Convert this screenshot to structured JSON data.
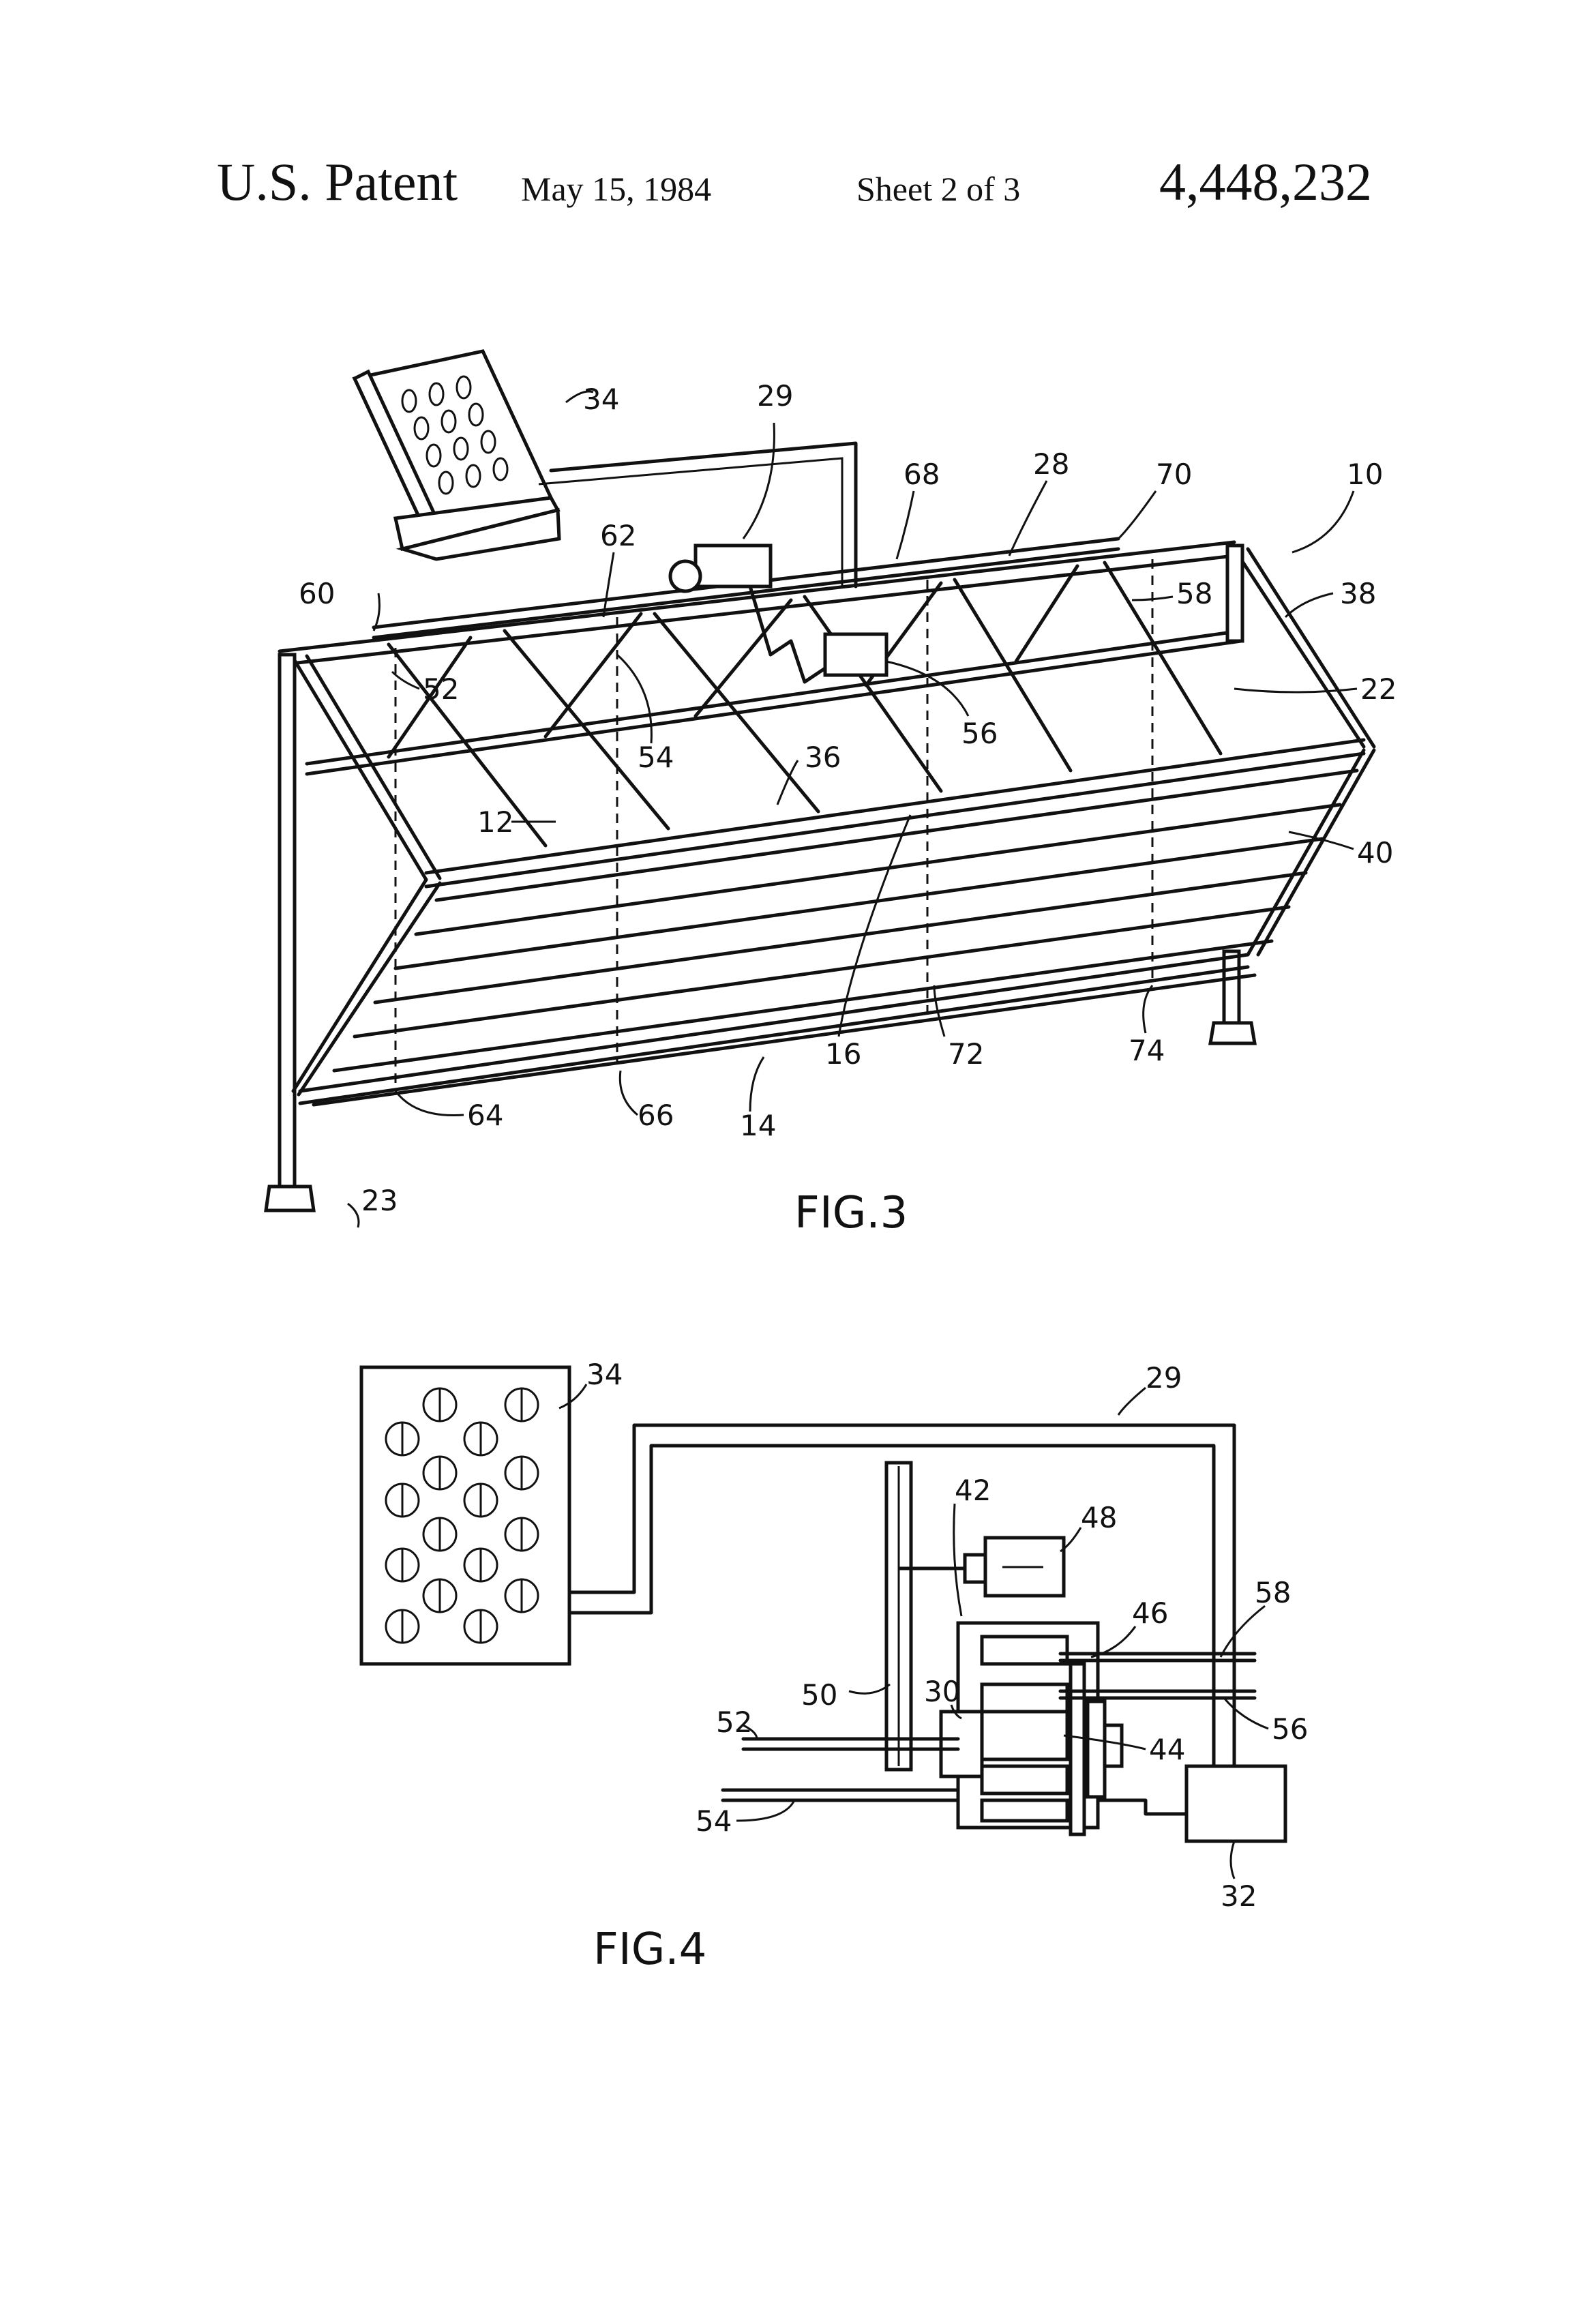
{
  "header": {
    "patent": "U.S. Patent",
    "date": "May 15, 1984",
    "sheet": "Sheet 2 of 3",
    "number": "4,448,232"
  },
  "fig3": {
    "caption": "FIG.3",
    "labels": [
      "34",
      "29",
      "68",
      "28",
      "70",
      "10",
      "62",
      "60",
      "58",
      "38",
      "22",
      "52",
      "54",
      "56",
      "36",
      "12",
      "40",
      "16",
      "72",
      "74",
      "64",
      "66",
      "14",
      "23"
    ]
  },
  "fig4": {
    "caption": "FIG.4",
    "labels": [
      "34",
      "29",
      "42",
      "48",
      "58",
      "46",
      "50",
      "30",
      "52",
      "44",
      "56",
      "54",
      "32"
    ]
  }
}
